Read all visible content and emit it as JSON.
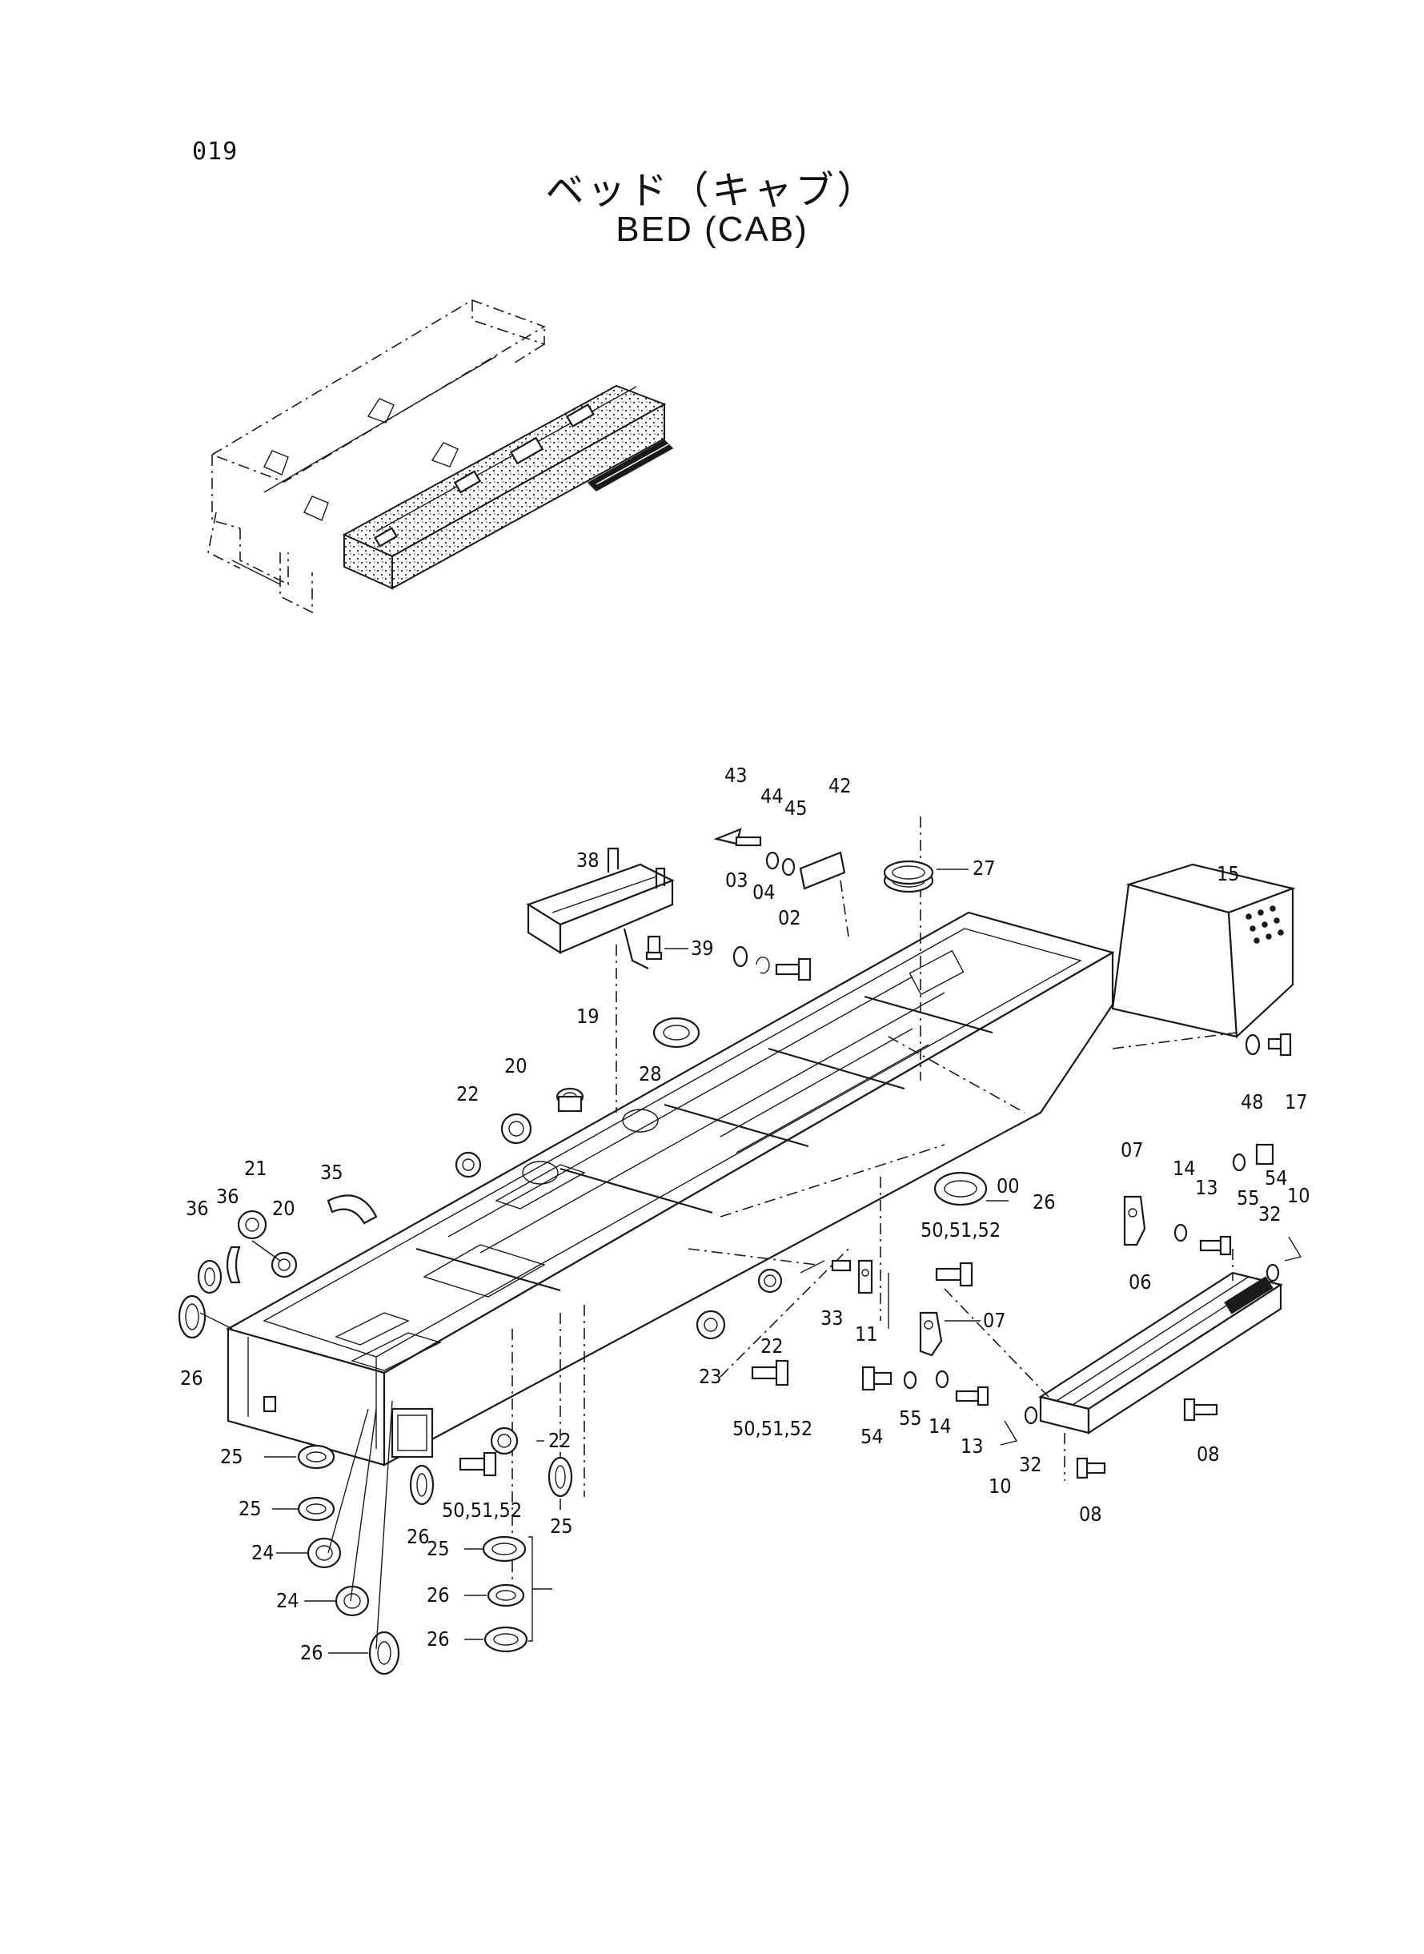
{
  "page_number": "019",
  "title_jp": "ベッド（キャブ）",
  "title_en": "BED (CAB)",
  "callouts": [
    {
      "id": "43",
      "text": "43"
    },
    {
      "id": "44",
      "text": "44"
    },
    {
      "id": "45",
      "text": "45"
    },
    {
      "id": "42",
      "text": "42"
    },
    {
      "id": "27",
      "text": "27"
    },
    {
      "id": "38",
      "text": "38"
    },
    {
      "id": "03",
      "text": "03"
    },
    {
      "id": "04",
      "text": "04"
    },
    {
      "id": "02",
      "text": "02"
    },
    {
      "id": "15",
      "text": "15"
    },
    {
      "id": "39",
      "text": "39"
    },
    {
      "id": "19",
      "text": "19"
    },
    {
      "id": "28",
      "text": "28"
    },
    {
      "id": "48",
      "text": "48"
    },
    {
      "id": "17",
      "text": "17"
    },
    {
      "id": "20a",
      "text": "20"
    },
    {
      "id": "22a",
      "text": "22"
    },
    {
      "id": "00",
      "text": "00"
    },
    {
      "id": "26a",
      "text": "26"
    },
    {
      "id": "07a",
      "text": "07"
    },
    {
      "id": "14a",
      "text": "14"
    },
    {
      "id": "13a",
      "text": "13"
    },
    {
      "id": "54a",
      "text": "54"
    },
    {
      "id": "55a",
      "text": "55"
    },
    {
      "id": "32a",
      "text": "32"
    },
    {
      "id": "10a",
      "text": "10"
    },
    {
      "id": "21",
      "text": "21"
    },
    {
      "id": "35",
      "text": "35"
    },
    {
      "id": "36a",
      "text": "36"
    },
    {
      "id": "36b",
      "text": "36"
    },
    {
      "id": "20b",
      "text": "20"
    },
    {
      "id": "505152a",
      "text": "50,51,52"
    },
    {
      "id": "26b",
      "text": "26"
    },
    {
      "id": "33",
      "text": "33"
    },
    {
      "id": "11",
      "text": "11"
    },
    {
      "id": "07b",
      "text": "07"
    },
    {
      "id": "06",
      "text": "06"
    },
    {
      "id": "22b",
      "text": "22"
    },
    {
      "id": "23",
      "text": "23"
    },
    {
      "id": "505152b",
      "text": "50,51,52"
    },
    {
      "id": "54b",
      "text": "54"
    },
    {
      "id": "55b",
      "text": "55"
    },
    {
      "id": "14b",
      "text": "14"
    },
    {
      "id": "13b",
      "text": "13"
    },
    {
      "id": "10b",
      "text": "10"
    },
    {
      "id": "32b",
      "text": "32"
    },
    {
      "id": "08a",
      "text": "08"
    },
    {
      "id": "08b",
      "text": "08"
    },
    {
      "id": "22c",
      "text": "22"
    },
    {
      "id": "25a",
      "text": "25"
    },
    {
      "id": "26c",
      "text": "26"
    },
    {
      "id": "505152c",
      "text": "50,51,52"
    },
    {
      "id": "25b",
      "text": "25"
    },
    {
      "id": "25c",
      "text": "25"
    },
    {
      "id": "24a",
      "text": "24"
    },
    {
      "id": "24b",
      "text": "24"
    },
    {
      "id": "26d",
      "text": "26"
    },
    {
      "id": "25d",
      "text": "25"
    },
    {
      "id": "26e",
      "text": "26"
    },
    {
      "id": "26f",
      "text": "26"
    }
  ]
}
